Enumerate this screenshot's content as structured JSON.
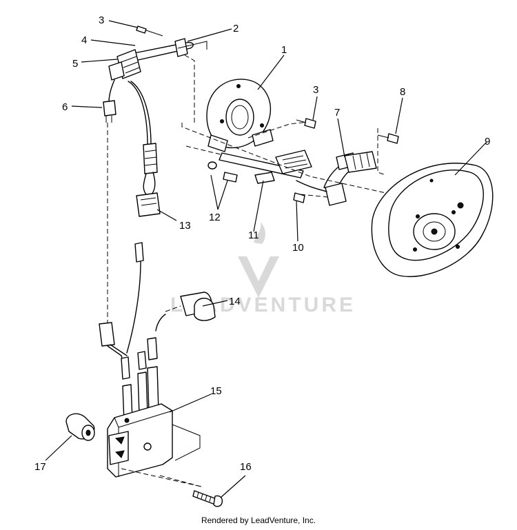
{
  "callouts": [
    {
      "id": "c1",
      "label": "1"
    },
    {
      "id": "c2",
      "label": "2"
    },
    {
      "id": "c3a",
      "label": "3"
    },
    {
      "id": "c3b",
      "label": "3"
    },
    {
      "id": "c4",
      "label": "4"
    },
    {
      "id": "c5",
      "label": "5"
    },
    {
      "id": "c6",
      "label": "6"
    },
    {
      "id": "c7",
      "label": "7"
    },
    {
      "id": "c8",
      "label": "8"
    },
    {
      "id": "c9",
      "label": "9"
    },
    {
      "id": "c10",
      "label": "10"
    },
    {
      "id": "c11",
      "label": "11"
    },
    {
      "id": "c12",
      "label": "12"
    },
    {
      "id": "c13",
      "label": "13"
    },
    {
      "id": "c14",
      "label": "14"
    },
    {
      "id": "c15",
      "label": "15"
    },
    {
      "id": "c16",
      "label": "16"
    },
    {
      "id": "c17",
      "label": "17"
    }
  ],
  "watermark": {
    "text": "LEADVENTURE"
  },
  "footer": {
    "text": "Rendered by LeadVenture, Inc."
  },
  "colors": {
    "line": "#000000",
    "background": "#ffffff",
    "watermark": "#d9d9d9"
  }
}
